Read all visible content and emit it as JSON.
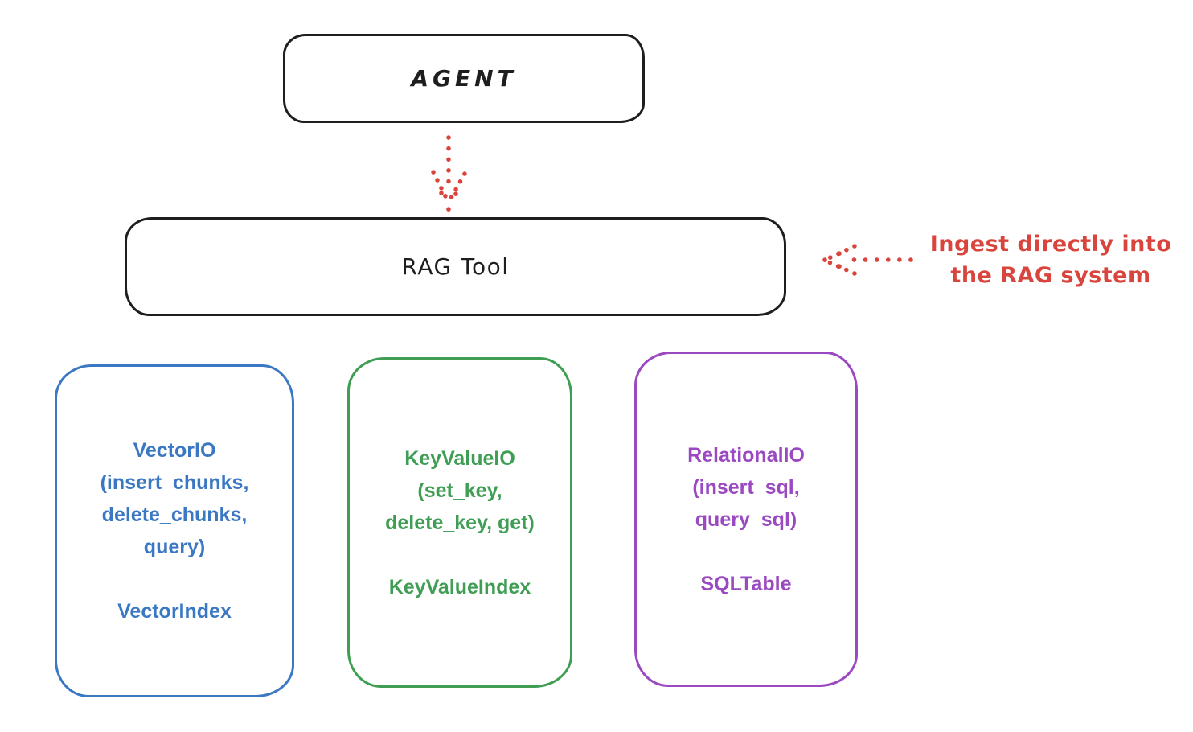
{
  "diagram": {
    "agent": {
      "label": "AGENT"
    },
    "rag_tool": {
      "label": "RAG Tool"
    },
    "annotation": {
      "lines": [
        "Ingest directly into",
        "the RAG system"
      ],
      "color": "#d9453d"
    },
    "arrows": [
      {
        "name": "agent-to-rag",
        "style": "dotted",
        "direction": "down",
        "color": "#d9453d"
      },
      {
        "name": "ingest-into-rag",
        "style": "dotted",
        "direction": "left",
        "color": "#d9453d"
      }
    ],
    "backends": [
      {
        "id": "vector-io",
        "color": "#3b78c3",
        "lines": [
          "VectorIO",
          "(insert_chunks,",
          "delete_chunks,",
          "query)"
        ],
        "index_label": "VectorIndex"
      },
      {
        "id": "keyvalue-io",
        "color": "#3f9e54",
        "lines": [
          "KeyValueIO",
          "(set_key,",
          "delete_key, get)"
        ],
        "index_label": "KeyValueIndex"
      },
      {
        "id": "relational-io",
        "color": "#9b49c1",
        "lines": [
          "RelationalIO",
          "(insert_sql,",
          "query_sql)"
        ],
        "index_label": "SQLTable"
      }
    ],
    "colors": {
      "stroke": "#1e1e1e",
      "background": "#ffffff"
    }
  }
}
